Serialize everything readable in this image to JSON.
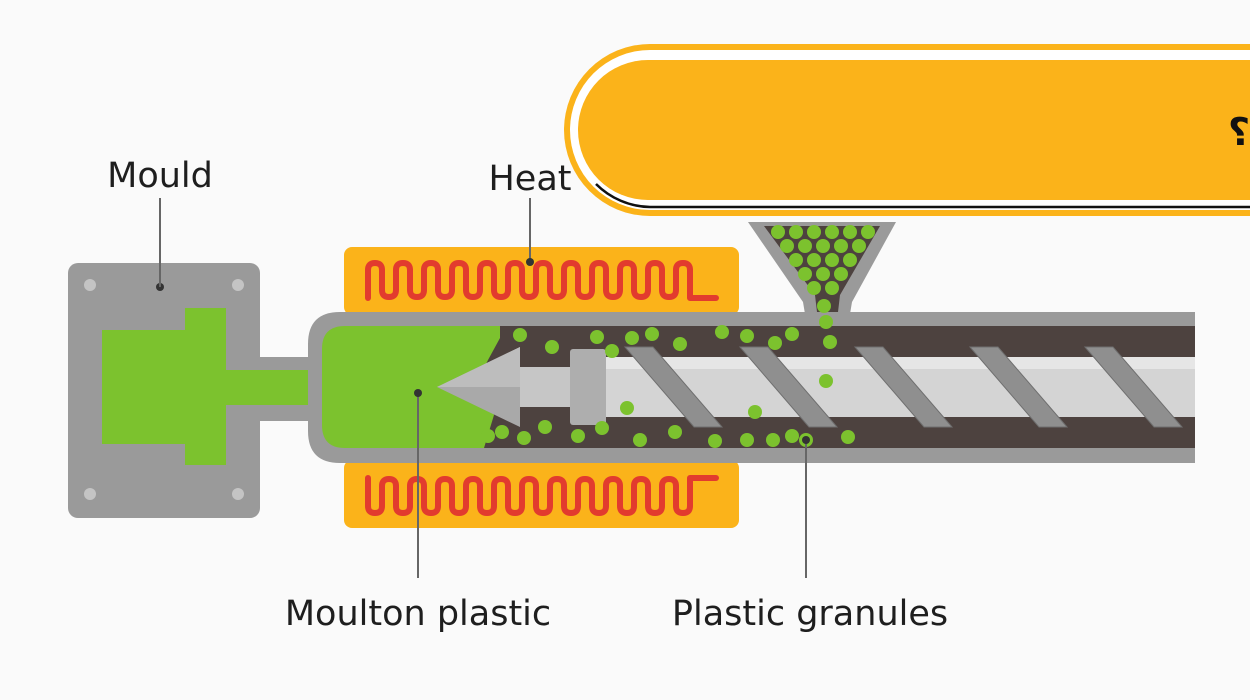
{
  "title": "فرآیند تزریق پلاستیک چگونه است؟",
  "labels": {
    "mould": "Mould",
    "heat": "Heat",
    "molten": "Moulton plastic",
    "granules": "Plastic granules"
  },
  "colors": {
    "background": "#fafafa",
    "accent": "#fbb31a",
    "mould_body": "#9a9a9a",
    "plastic_green": "#7cc22e",
    "heater_coil": "#e23b2e",
    "barrel_inner": "#4d423f",
    "screw": "#c9c9c9"
  }
}
